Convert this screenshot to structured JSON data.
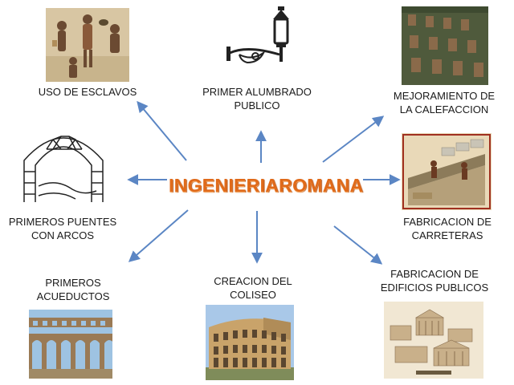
{
  "diagram": {
    "title": "INGENIERIAROMANA",
    "nodes": {
      "esclavos": "USO DE ESCLAVOS",
      "alumbrado": [
        "PRIMER ALUMBRADO",
        "PUBLICO"
      ],
      "calefaccion": [
        "MEJORAMIENTO DE",
        "LA CALEFACCION"
      ],
      "puentes": [
        "PRIMEROS PUENTES",
        "CON ARCOS"
      ],
      "carreteras": [
        "FABRICACION DE",
        "CARRETERAS"
      ],
      "acueductos": [
        "PRIMEROS",
        "ACUEDUCTOS"
      ],
      "coliseo": [
        "CREACION DEL",
        "COLISEO"
      ],
      "edificios": [
        "FABRICACION DE",
        "EDIFICIOS PUBLICOS"
      ]
    },
    "colors": {
      "title": "#e06a1a",
      "arrow": "#5b86c4",
      "text": "#1a1a1a"
    }
  }
}
